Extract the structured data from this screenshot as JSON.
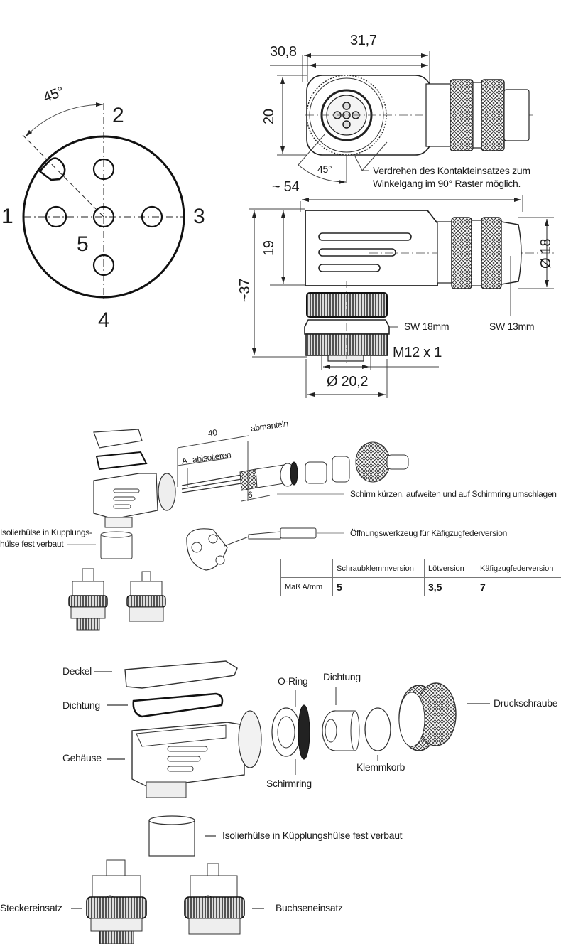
{
  "pin_diagram": {
    "angle_label": "45°",
    "pins": [
      "1",
      "2",
      "3",
      "4",
      "5"
    ]
  },
  "top_view": {
    "dim_width_inner": "30,8",
    "dim_width_outer": "31,7",
    "dim_height": "20",
    "angle_label": "45°",
    "note_line1": "Verdrehen des Kontakteinsatzes zum",
    "note_line2": "Winkelgang im 90° Raster möglich."
  },
  "side_view": {
    "dim_length": "~ 54",
    "dim_total_height": "~37",
    "dim_body_height": "19",
    "dim_diameter": "Ø 18",
    "wrench_size_nut": "SW 18mm",
    "wrench_size_screw": "SW 13mm",
    "thread": "M12 x 1",
    "dim_base_diameter": "Ø 20,2"
  },
  "assembly": {
    "strip_length": "40",
    "label_sheath": "abmanteln",
    "label_strip": "abisolieren",
    "label_a": "A",
    "shield_length": "6",
    "shield_note": "Schirm kürzen, aufweiten und auf Schirmring umschlagen",
    "tool_note": "Öffnungswerkzeug für Käfigzugfederversion",
    "sleeve_note_line1": "Isolierhülse in Kupplungs-",
    "sleeve_note_line2": "hülse fest verbaut"
  },
  "spec_table": {
    "headers": [
      "",
      "Schraubklemmversion",
      "Lötversion",
      "Käfigzugfederversion"
    ],
    "row_label": "Maß A/mm",
    "values": [
      "5",
      "3,5",
      "7"
    ]
  },
  "exploded_view": {
    "cover": "Deckel",
    "seal_top": "Dichtung",
    "housing": "Gehäuse",
    "o_ring": "O-Ring",
    "seal": "Dichtung",
    "shield_ring": "Schirmring",
    "clamp_basket": "Klemmkorb",
    "pressure_screw": "Druckschraube",
    "sleeve_note": "Isolierhülse in Küpplungshülse fest verbaut",
    "male_insert": "Steckereinsatz",
    "female_insert": "Buchseneinsatz"
  }
}
